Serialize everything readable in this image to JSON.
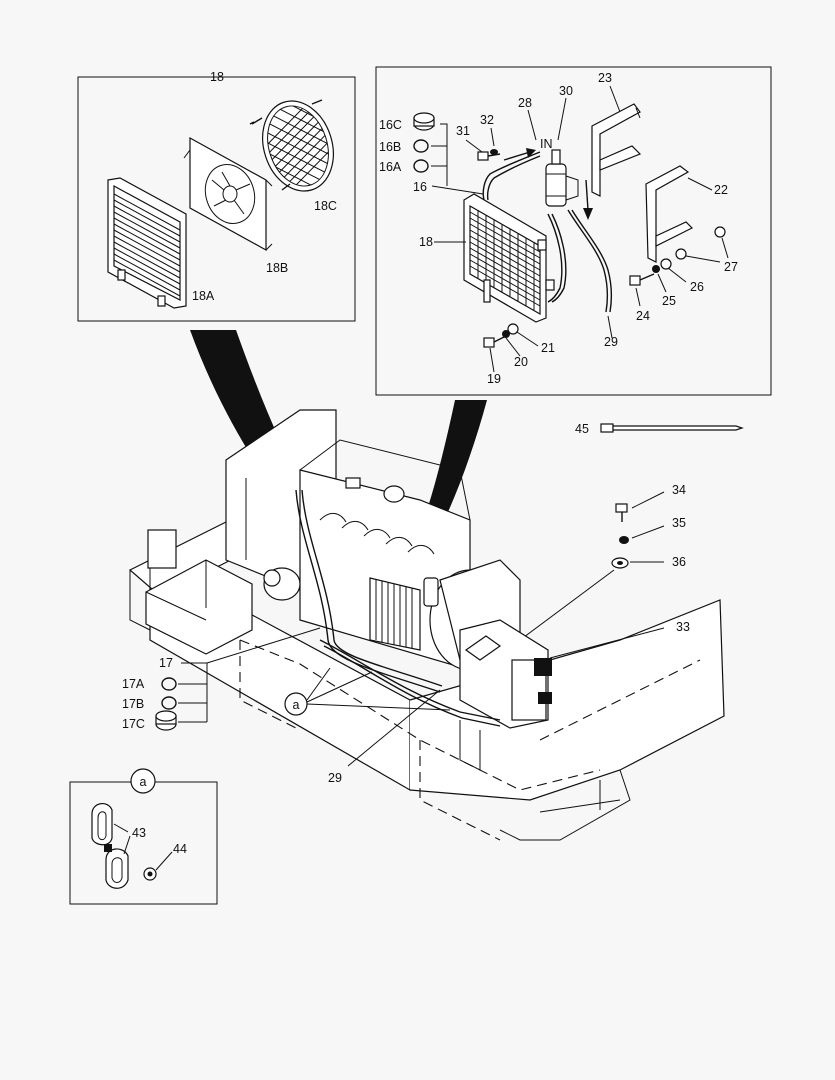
{
  "labels": {
    "l18": "18",
    "l18A": "18A",
    "l18B": "18B",
    "l18C": "18C",
    "l16C": "16C",
    "l16B": "16B",
    "l16A": "16A",
    "l16": "16",
    "l31": "31",
    "l32": "32",
    "l28": "28",
    "l30": "30",
    "l23": "23",
    "lIN": "IN",
    "l22": "22",
    "l18r": "18",
    "l27": "27",
    "l26": "26",
    "l25": "25",
    "l24": "24",
    "l29": "29",
    "l21": "21",
    "l20": "20",
    "l19": "19",
    "l45": "45",
    "l34": "34",
    "l35": "35",
    "l36": "36",
    "l33": "33",
    "l17": "17",
    "l17A": "17A",
    "l17B": "17B",
    "l17C": "17C",
    "la": "a",
    "l29b": "29",
    "la2": "a",
    "l43": "43",
    "l44": "44"
  }
}
